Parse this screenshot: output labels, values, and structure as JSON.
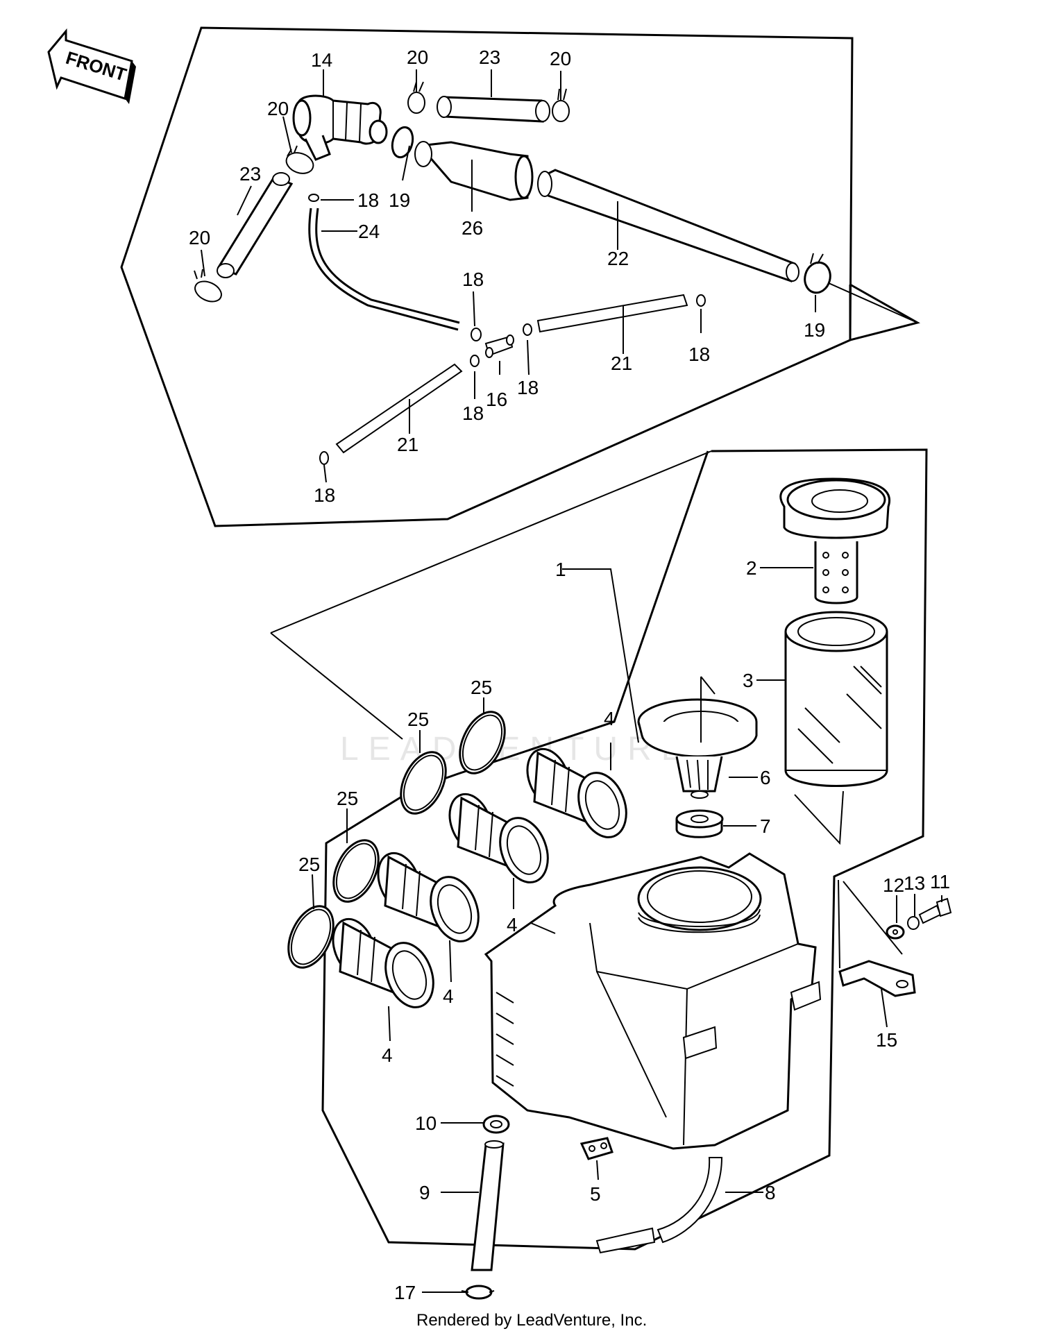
{
  "front_arrow": {
    "label": "FRONT",
    "icon": "front-direction-arrow-icon"
  },
  "watermark": "LEADVENTURE",
  "footer": "Rendered by LeadVenture, Inc.",
  "callouts": {
    "c1": "1",
    "c2": "2",
    "c3": "3",
    "c4a": "4",
    "c4b": "4",
    "c4c": "4",
    "c4d": "4",
    "c5": "5",
    "c6": "6",
    "c7": "7",
    "c8": "8",
    "c9": "9",
    "c10": "10",
    "c11": "11",
    "c12": "12",
    "c13": "13",
    "c14": "14",
    "c15": "15",
    "c16": "16",
    "c17": "17",
    "c18a": "18",
    "c18b": "18",
    "c18c": "18",
    "c18d": "18",
    "c18e": "18",
    "c18f": "18",
    "c19a": "19",
    "c19b": "19",
    "c20a": "20",
    "c20b": "20",
    "c20c": "20",
    "c20d": "20",
    "c21a": "21",
    "c21b": "21",
    "c22": "22",
    "c23a": "23",
    "c23b": "23",
    "c24": "24",
    "c25a": "25",
    "c25b": "25",
    "c25c": "25",
    "c25d": "25",
    "c26": "26"
  }
}
